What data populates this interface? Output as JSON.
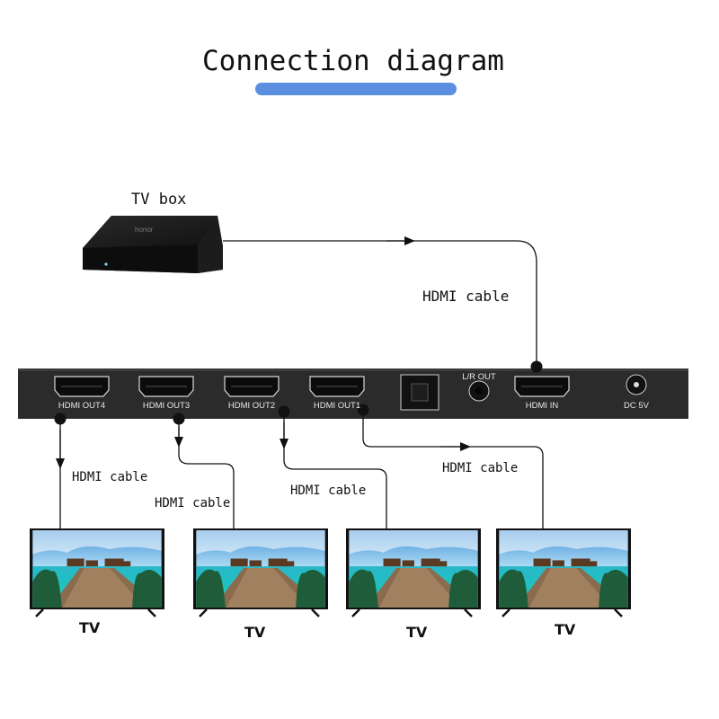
{
  "title": "Connection diagram",
  "source": {
    "label": "TV box",
    "brand": "honor"
  },
  "cables": {
    "input": "HDMI cable",
    "out4": "HDMI cable",
    "out3": "HDMI cable",
    "out2": "HDMI cable",
    "out1": "HDMI cable"
  },
  "ports": {
    "out4": "HDMI OUT4",
    "out3": "HDMI OUT3",
    "out2": "HDMI OUT2",
    "out1": "HDMI OUT1",
    "lr": "L/R OUT",
    "in": "HDMI IN",
    "dc": "DC 5V"
  },
  "tvs": [
    "TV",
    "TV",
    "TV",
    "TV"
  ],
  "colors": {
    "accent": "#5b8fe0",
    "device": "#2b2b2b"
  }
}
